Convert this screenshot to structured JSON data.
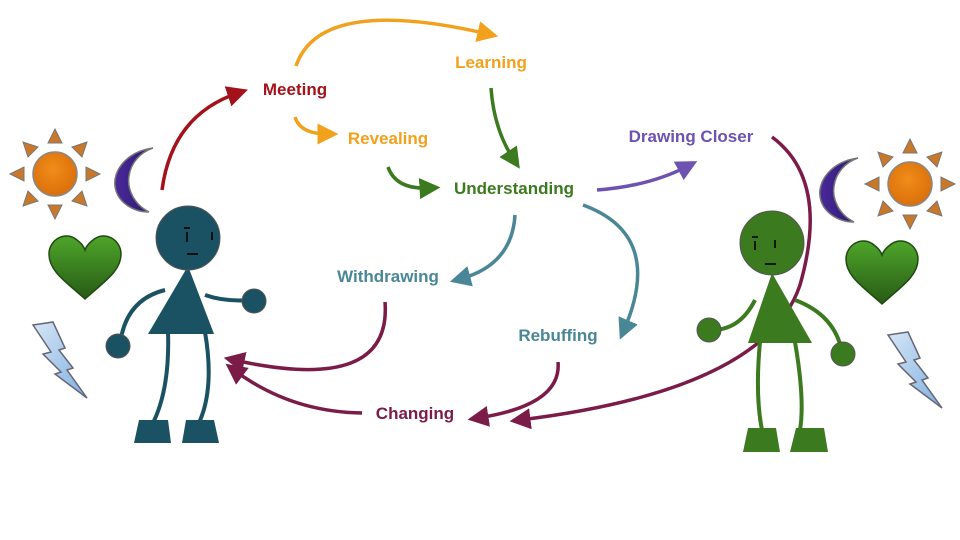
{
  "labels": {
    "meeting": "Meeting",
    "learning": "Learning",
    "revealing": "Revealing",
    "understanding": "Understanding",
    "drawing_closer": "Drawing Closer",
    "withdrawing": "Withdrawing",
    "rebuffing": "Rebuffing",
    "changing": "Changing"
  },
  "colors": {
    "meeting": "#a3121a",
    "orange": "#f2a11d",
    "green": "#3b7a1e",
    "purple": "#6e52b0",
    "teal": "#4a8796",
    "maroon": "#7a1b48",
    "person_left": "#1a5263",
    "person_right": "#3b7a1e"
  },
  "icons": [
    "sun-icon",
    "moon-icon",
    "heart-icon",
    "lightning-icon"
  ]
}
